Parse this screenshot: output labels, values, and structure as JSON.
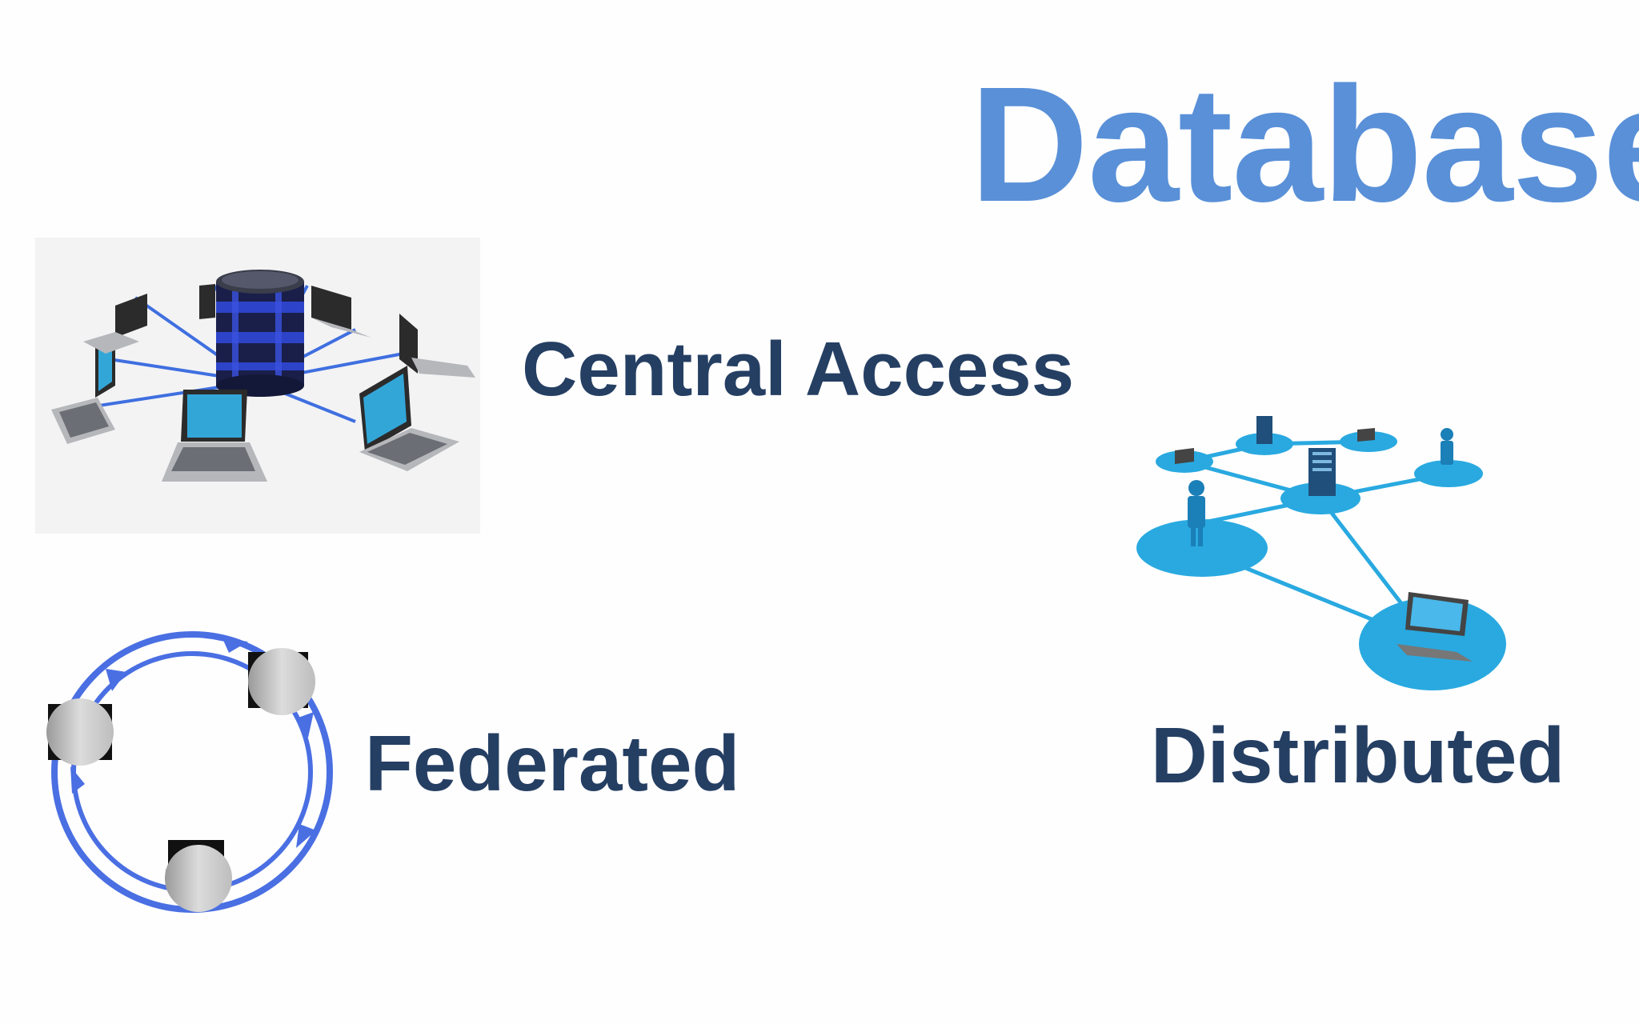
{
  "slide": {
    "title": "Database",
    "topics": {
      "central": "Central Access",
      "federated": "Federated",
      "distributed": "Distributed"
    }
  },
  "colors": {
    "title": "#5990d8",
    "labels": "#253f63",
    "network_blue": "#29a9e0",
    "arrow_blue": "#4169e1"
  },
  "icons": {
    "central": "central-database-network-icon",
    "federated": "federated-databases-cycle-icon",
    "distributed": "distributed-network-icon"
  }
}
